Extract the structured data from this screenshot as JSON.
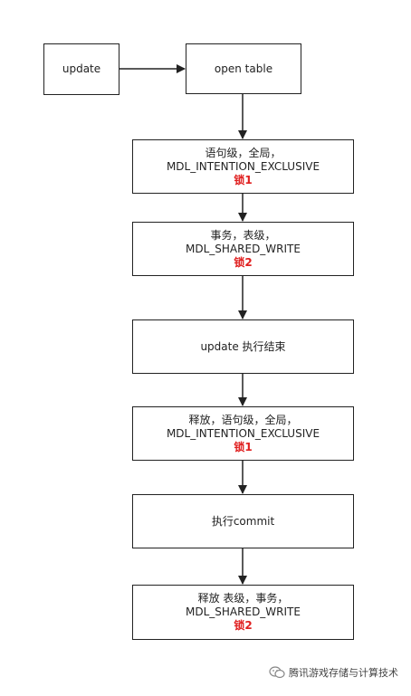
{
  "nodes": {
    "update": {
      "lines": [
        "update"
      ]
    },
    "open_table": {
      "lines": [
        "open table"
      ]
    },
    "step1": {
      "lines": [
        "语句级，全局，",
        "MDL_INTENTION_EXCLUSIVE"
      ],
      "lock": "锁1"
    },
    "step2": {
      "lines": [
        "事务，表级，",
        "MDL_SHARED_WRITE"
      ],
      "lock": "锁2"
    },
    "step3": {
      "lines": [
        "update  执行结束"
      ]
    },
    "step4": {
      "lines": [
        "释放，语句级，全局，",
        "MDL_INTENTION_EXCLUSIVE"
      ],
      "lock": "锁1"
    },
    "step5": {
      "lines": [
        "执行commit"
      ]
    },
    "step6": {
      "lines": [
        "释放  表级，事务，",
        "MDL_SHARED_WRITE"
      ],
      "lock": "锁2"
    }
  },
  "colors": {
    "stroke": "#222222",
    "lock_text": "#e02020"
  },
  "watermark": {
    "icon": "wechat-icon",
    "text": "腾讯游戏存储与计算技术"
  }
}
